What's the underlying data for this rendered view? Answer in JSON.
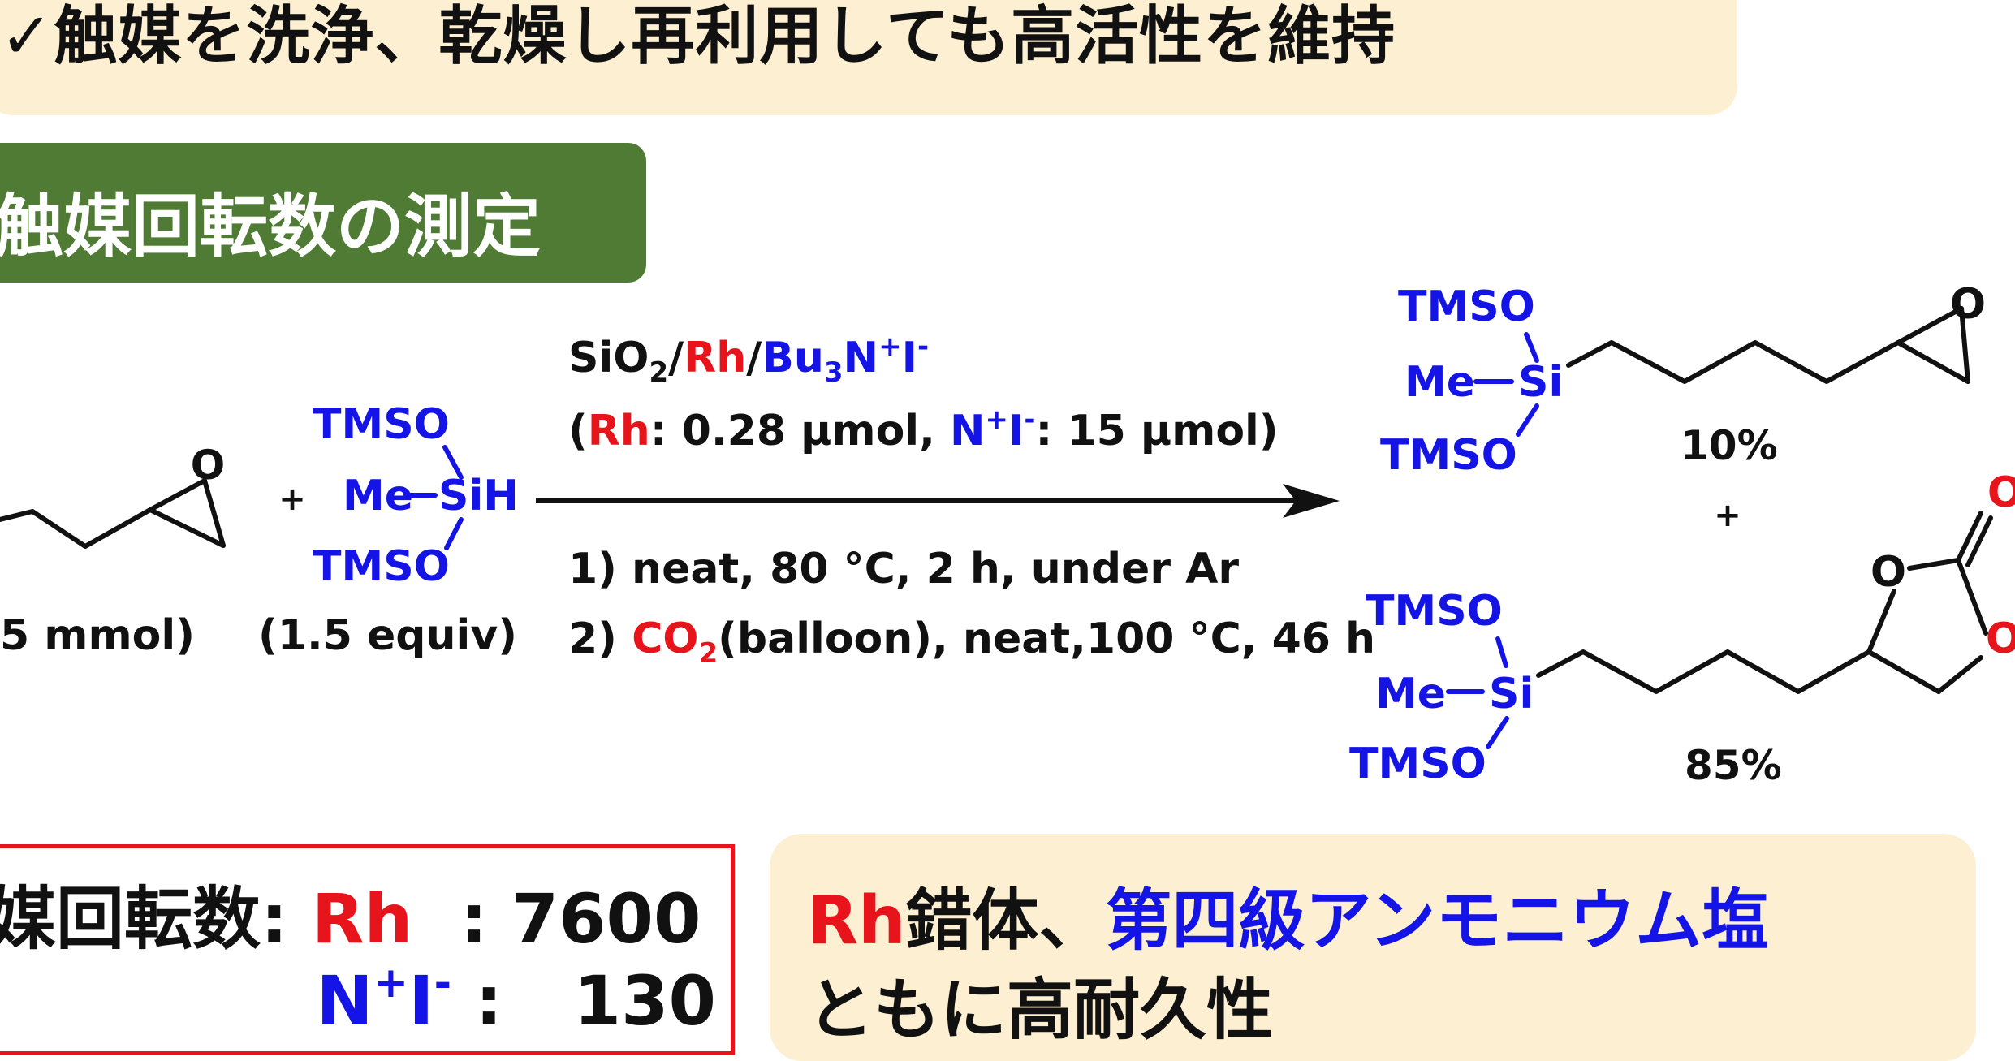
{
  "banner": {
    "text": "✓触媒を洗浄、乾燥し再利用しても高活性を維持"
  },
  "section": {
    "title": "触媒回転数の測定"
  },
  "reaction": {
    "reactant1_amount": "5 mmol)",
    "reactant2": {
      "tmso_top": "TMSO",
      "me": "Me",
      "sih": "SiH",
      "tmso_bottom": "TMSO",
      "amount": "(1.5 equiv)"
    },
    "plus": "+",
    "catalyst": {
      "sio2": "SiO",
      "sio2_sub": "2",
      "slash1": "/",
      "rh": "Rh",
      "slash2": "/",
      "bu3": "Bu",
      "bu3_sub": "3",
      "n": "N",
      "n_sup": "+",
      "i": "I",
      "i_sup": "-"
    },
    "loading": {
      "open": "(",
      "rh": "Rh",
      "rh_amount": ": 0.28 μmol, ",
      "ni_n": "N",
      "ni_n_sup": "+",
      "ni_i": "I",
      "ni_i_sup": "-",
      "ni_amount": ": 15 μmol)"
    },
    "step1": "1) neat, 80 °C, 2 h, under Ar",
    "step2": {
      "prefix": "2) ",
      "co": "CO",
      "co_sub": "2",
      "rest": "(balloon), neat,100 °C, 46 h"
    },
    "product1": {
      "tmso_top": "TMSO",
      "me": "Me",
      "si": "Si",
      "tmso_bottom": "TMSO",
      "o": "O",
      "yield": "10%"
    },
    "products_plus": "+",
    "product2": {
      "tmso_top": "TMSO",
      "me": "Me",
      "si": "Si",
      "tmso_bottom": "TMSO",
      "ring_o1": "O",
      "ring_o2": "O",
      "carbonyl_o": "O",
      "yield": "85%"
    },
    "epoxide_o": "O"
  },
  "turnover": {
    "label": "媒回転数: ",
    "rh": "Rh",
    "rh_value": "  : 7600",
    "ni_n": "N",
    "ni_n_sup": "+",
    "ni_i": "I",
    "ni_i_sup": "-",
    "ni_value": " :   130"
  },
  "conclusion": {
    "rh": "Rh",
    "complex": "錯体、",
    "quat": "第四級アンモニウム塩",
    "line2": "ともに高耐久性"
  },
  "colors": {
    "red": "#e8141b",
    "blue": "#1414e6",
    "green": "#4f7b35",
    "cream": "#fcefd2"
  }
}
